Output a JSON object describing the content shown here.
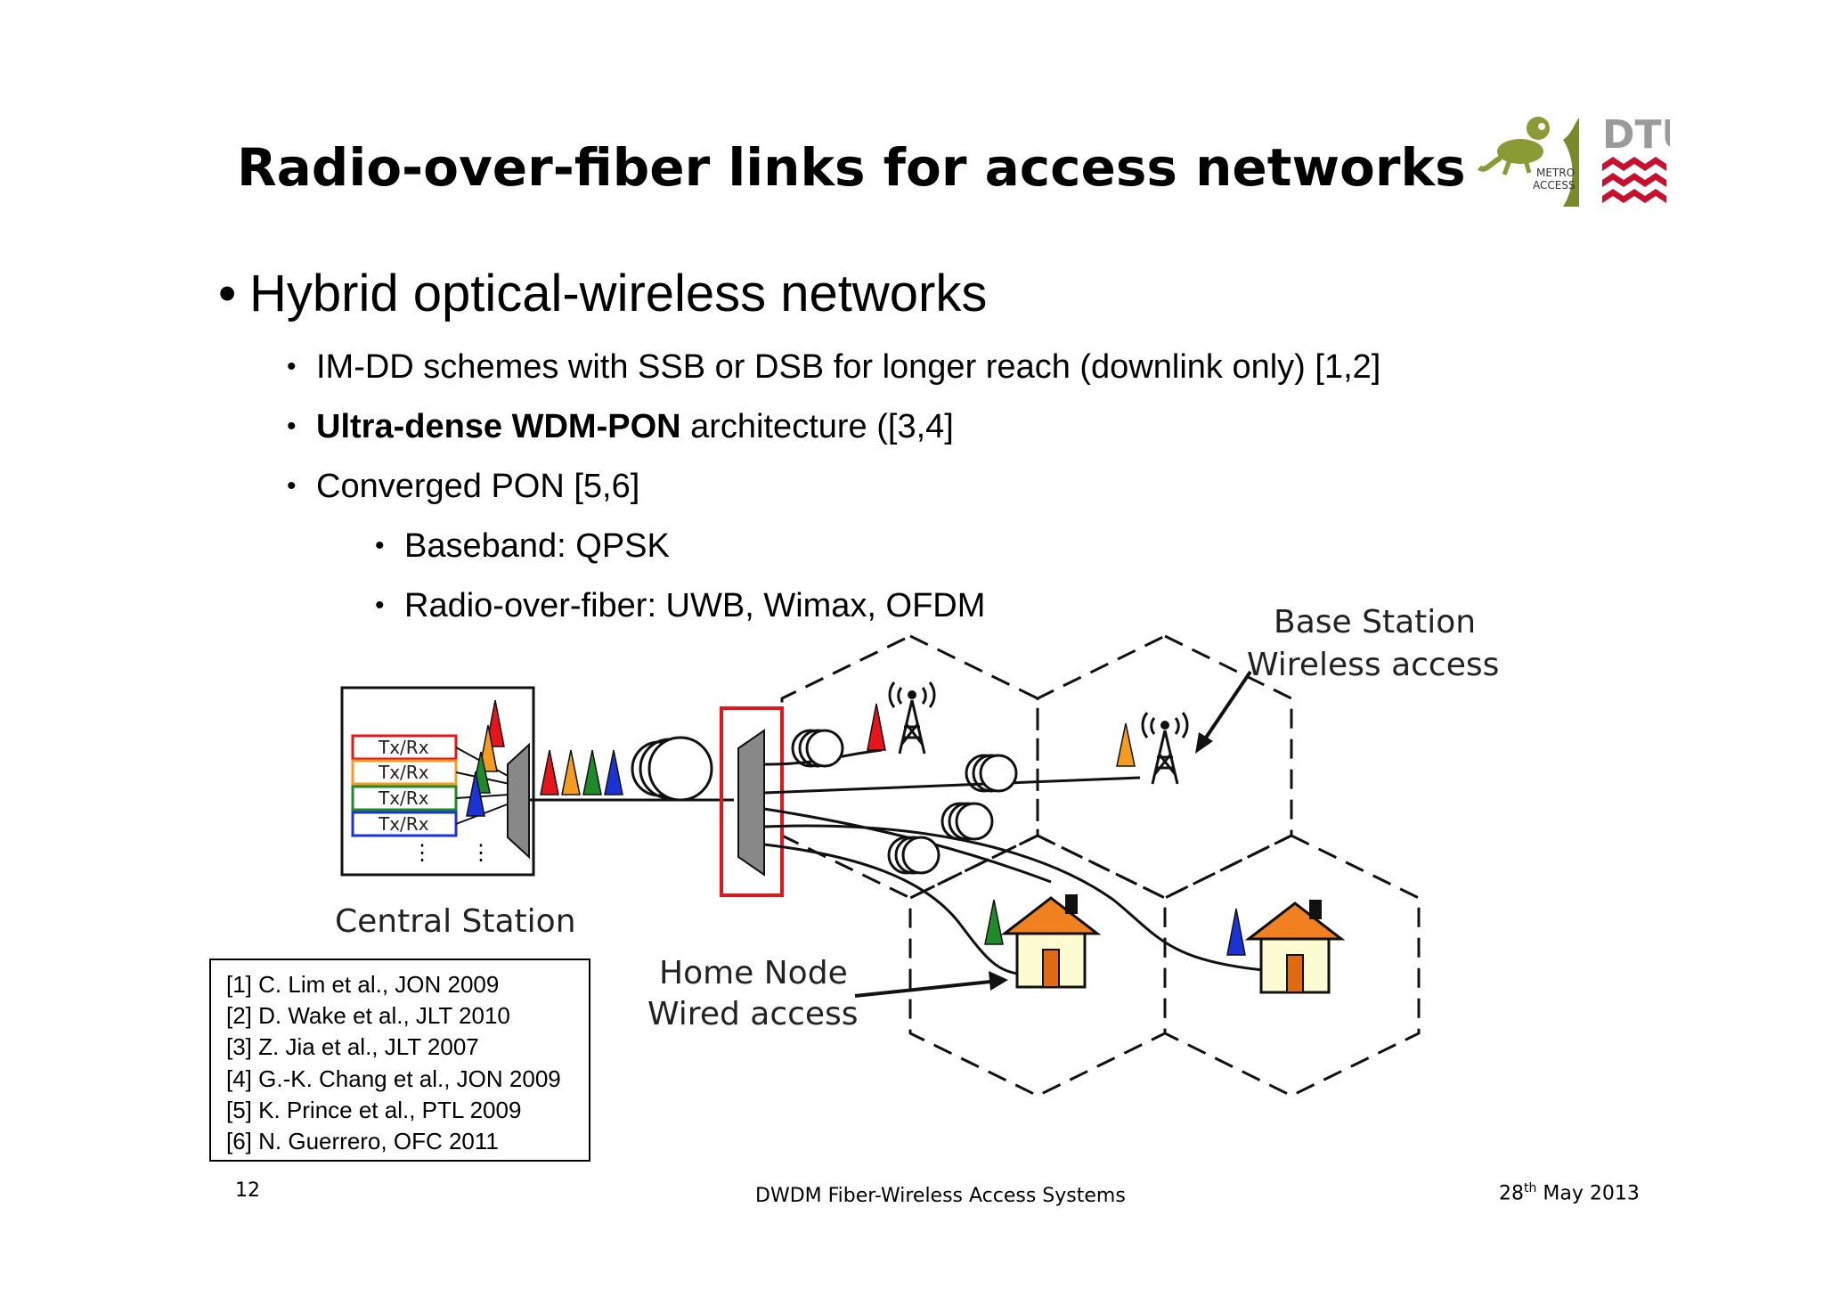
{
  "slide": {
    "title": "Radio-over-fiber links for access networks",
    "bullets": {
      "main": "Hybrid optical-wireless networks",
      "b1": "IM-DD schemes with SSB or DSB for longer reach (downlink only) [1,2]",
      "b2_bold": "Ultra-dense WDM-PON",
      "b2_rest": " architecture ([3,4]",
      "b3": "Converged PON [5,6]",
      "b3a": "Baseband: QPSK",
      "b3b": "Radio-over-fiber: UWB, Wimax, OFDM"
    },
    "references": [
      "[1] C. Lim et al., JON 2009",
      "[2] D. Wake et al., JLT 2010",
      "[3] Z. Jia et al., JLT 2007",
      "[4] G.-K. Chang et al., JON 2009",
      "[5] K. Prince et al., PTL 2009",
      "[6] N. Guerrero, OFC 2011"
    ],
    "footer": {
      "page": "12",
      "center": "DWDM Fiber-Wireless Access  Systems",
      "date_day": "28",
      "date_sup": "th",
      "date_rest": " May 2013"
    }
  },
  "logos": {
    "metro_line1": "METRO",
    "metro_line2": "ACCESS",
    "dtu": "DTU"
  },
  "diagram": {
    "base_station_line1": "Base Station",
    "base_station_line2": "Wireless access",
    "home_node_line1": "Home Node",
    "home_node_line2": "Wired access",
    "central_station": "Central Station",
    "txrx_labels": [
      "Tx/Rx",
      "Tx/Rx",
      "Tx/Rx",
      "Tx/Rx"
    ],
    "colors": {
      "red": "#e8141b",
      "orange": "#f39c1f",
      "green": "#1e8a2a",
      "blue": "#1b33d6",
      "house_roof": "#f08020",
      "house_wall": "#fdfbd2"
    }
  }
}
